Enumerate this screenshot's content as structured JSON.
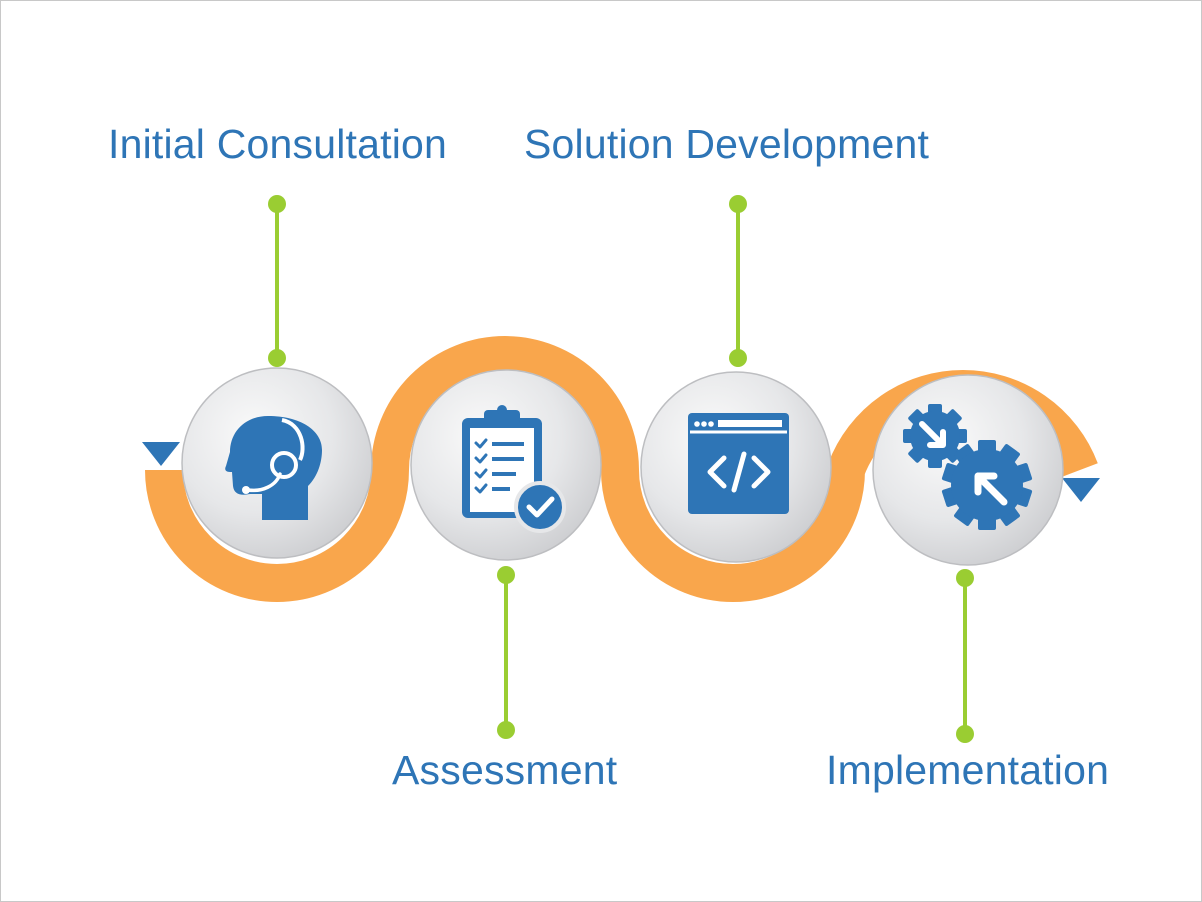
{
  "title": "Process Flow",
  "colors": {
    "accent_blue": "#2e75b6",
    "path_orange": "#f9a64c",
    "connector_green": "#9acd32",
    "circle_grey": "#e3e4e6"
  },
  "steps": [
    {
      "label": "Initial Consultation",
      "icon": "headset-person-icon"
    },
    {
      "label": "Assessment",
      "icon": "clipboard-check-icon"
    },
    {
      "label": "Solution Development",
      "icon": "code-window-icon"
    },
    {
      "label": "Implementation",
      "icon": "gears-icon"
    }
  ]
}
